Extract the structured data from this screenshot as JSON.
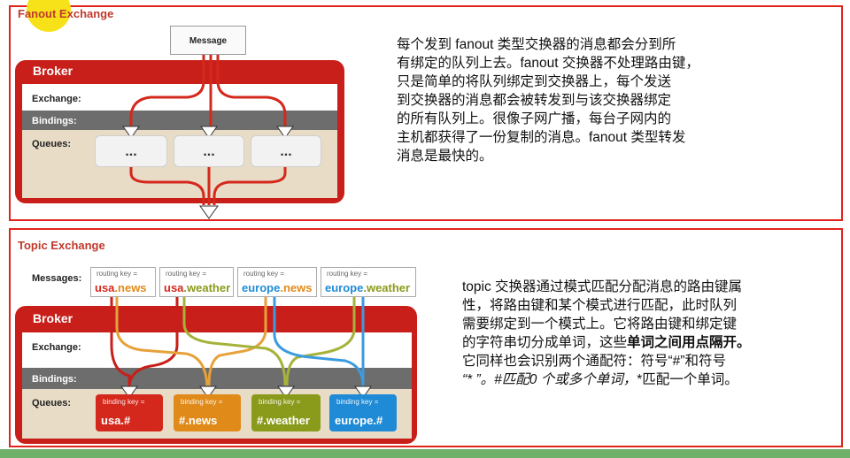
{
  "fanout": {
    "title": "Fanout Exchange",
    "message_label": "Message",
    "broker_label": "Broker",
    "row_exchange": "Exchange:",
    "row_bindings": "Bindings:",
    "row_queues": "Queues:",
    "queues": [
      "...",
      "...",
      "..."
    ],
    "description": [
      "每个发到 fanout 类型交换器的消息都会分到所",
      "有绑定的队列上去。fanout 交换器不处理路由键，",
      "只是简单的将队列绑定到交换器上，每个发送",
      "到交换器的消息都会被转发到与该交换器绑定",
      "的所有队列上。很像子网广播，每台子网内的",
      "主机都获得了一份复制的消息。fanout 类型转发",
      "消息是最快的。"
    ]
  },
  "topic": {
    "title": "Topic Exchange",
    "messages_label": "Messages:",
    "broker_label": "Broker",
    "row_exchange": "Exchange:",
    "row_bindings": "Bindings:",
    "row_queues": "Queues:",
    "routing_prefix": "routing key =",
    "routing_keys": [
      {
        "a": "usa",
        "b": ".news",
        "color_a": "#d4281c",
        "color_b": "#e08a1a"
      },
      {
        "a": "usa",
        "b": ".weather",
        "color_a": "#d4281c",
        "color_b": "#8a9a1a"
      },
      {
        "a": "europe",
        "b": ".news",
        "color_a": "#1f8bd6",
        "color_b": "#e08a1a"
      },
      {
        "a": "europe",
        "b": ".weather",
        "color_a": "#1f8bd6",
        "color_b": "#8a9a1a"
      }
    ],
    "binding_prefix": "binding key =",
    "binding_keys": [
      {
        "key": "usa.#",
        "color": "#d4281c"
      },
      {
        "key": "#.news",
        "color": "#e08a1a"
      },
      {
        "key": "#.weather",
        "color": "#8a9a1a"
      },
      {
        "key": "europe.#",
        "color": "#1f8bd6"
      }
    ],
    "description": {
      "l1": "topic 交换器通过模式匹配分配消息的路由键属",
      "l2": "性，将路由键和某个模式进行匹配，此时队列",
      "l3": "需要绑定到一个模式上。它将路由键和绑定键",
      "l4a": "的字符串切分成单词，这些",
      "l4b": "单词之间用点隔开",
      "l4c": "。",
      "l5": "它同样也会识别两个通配符：符号“#”和符号",
      "l6a": "“* ”。#匹配0 个或多个单词，",
      "l6b": "*匹配一个单词。"
    }
  },
  "colors": {
    "panel_border": "#e0241b",
    "broker_red": "#c81f1a",
    "broker_beige": "#e8dcc6",
    "bindings_gray": "#6d6d6d"
  }
}
